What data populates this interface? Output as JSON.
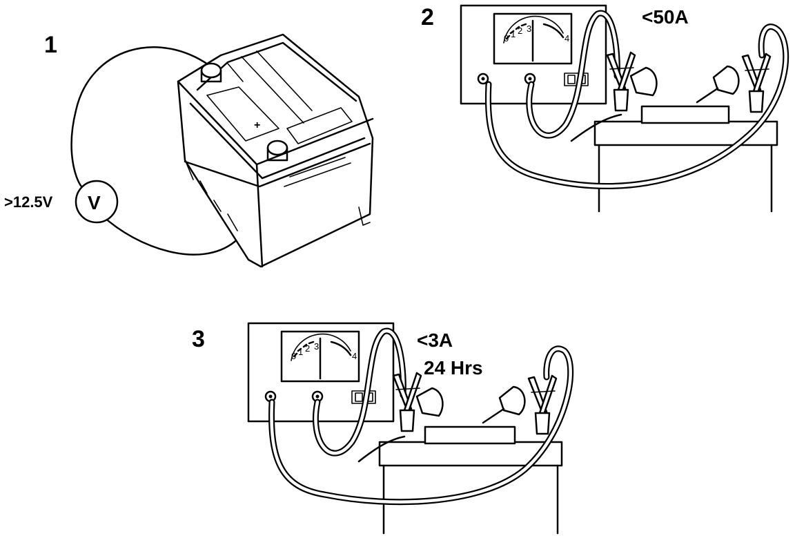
{
  "steps": [
    {
      "number": "1",
      "reading": ">12.5V",
      "meter_symbol": "V"
    },
    {
      "number": "2",
      "current": "<50A"
    },
    {
      "number": "3",
      "current": "<3A",
      "duration": "24 Hrs"
    }
  ],
  "battery": {
    "terminal_mark": "+"
  },
  "ammeter_scale": [
    "0",
    "1",
    "2",
    "3",
    "4"
  ],
  "icons": [
    "voltmeter-icon",
    "battery-charger-icon",
    "crocodile-clip-icon",
    "ammeter-gauge-icon"
  ]
}
